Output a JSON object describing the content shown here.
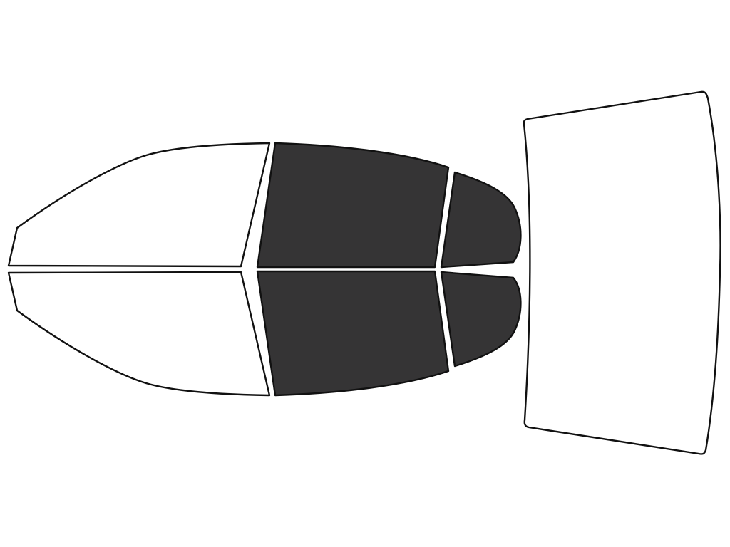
{
  "diagram": {
    "outline_color": "#111111",
    "tinted_color": "#353435",
    "untinted_color": "#ffffff",
    "windows": [
      {
        "id": "front-left",
        "name": "front-left-window-untinted",
        "tinted": false
      },
      {
        "id": "front-right",
        "name": "front-right-window-untinted",
        "tinted": false
      },
      {
        "id": "rear-left",
        "name": "rear-left-window-tinted",
        "tinted": true
      },
      {
        "id": "rear-right",
        "name": "rear-right-window-tinted",
        "tinted": true
      },
      {
        "id": "quarter-left",
        "name": "rear-quarter-left-window-tinted",
        "tinted": true
      },
      {
        "id": "quarter-right",
        "name": "rear-quarter-right-window-tinted",
        "tinted": true
      },
      {
        "id": "back",
        "name": "back-windshield-untinted",
        "tinted": false
      }
    ]
  }
}
